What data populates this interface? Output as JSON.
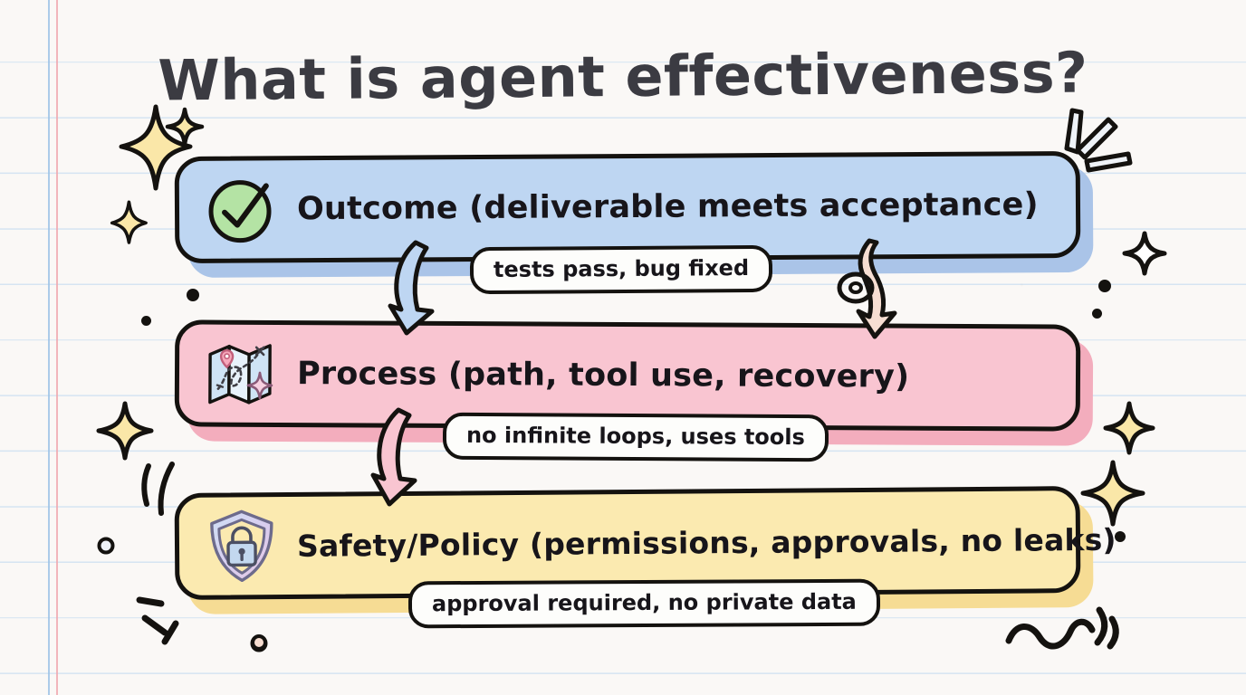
{
  "page": {
    "title": "What is agent effectiveness?",
    "background_style": "lined-notebook-paper",
    "paper_color": "#faf8f6",
    "rule_color": "#d5e4f2",
    "margin_line_blue": "#9ec3e6",
    "margin_line_pink": "#f0a9b0",
    "ink_color": "#14120f"
  },
  "rows": [
    {
      "id": "outcome",
      "icon": "green-check-circle-icon",
      "label": "Outcome (deliverable meets acceptance)",
      "fill": "#bed6f2",
      "shadow": "#aac4e8",
      "note": "tests pass, bug fixed"
    },
    {
      "id": "process",
      "icon": "folded-map-icon",
      "label": "Process (path, tool use, recovery)",
      "fill": "#f9c5d1",
      "shadow": "#f3adbd",
      "note": "no infinite loops, uses tools"
    },
    {
      "id": "safety",
      "icon": "shield-lock-icon",
      "label": "Safety/Policy (permissions, approvals, no leaks)",
      "fill": "#fbeab0",
      "shadow": "#f6dc94",
      "note": "approval required, no private data"
    }
  ],
  "connectors": [
    {
      "id": "outcome-to-process-left",
      "style": "curved-down-arrow",
      "color": "#bed6f2"
    },
    {
      "id": "outcome-to-process-right",
      "style": "looping-curl-arrow",
      "color": "#f7ded2"
    },
    {
      "id": "process-to-safety-left",
      "style": "curved-down-arrow",
      "color": "#f9c5d1"
    }
  ],
  "decorations": {
    "sparkle_fill": "#fae7a8",
    "sparkle_white": "#ffffff",
    "items": [
      "sparkle-star-large-top-left",
      "sparkle-star-small-top-left",
      "sparkle-star-lower-left",
      "burst-rays-top-right",
      "sparkle-star-outline-right",
      "sparkle-star-right-mid",
      "sparkle-star-right-lower",
      "burst-rays-left-lower",
      "arc-lines-left",
      "squiggle-bottom-right",
      "dot-left-upper",
      "dot-left-mid",
      "dot-right-upper",
      "dot-right-mid",
      "dot-bottom-left",
      "dot-bottom-right",
      "ring-left",
      "ring-bottom-left"
    ]
  }
}
